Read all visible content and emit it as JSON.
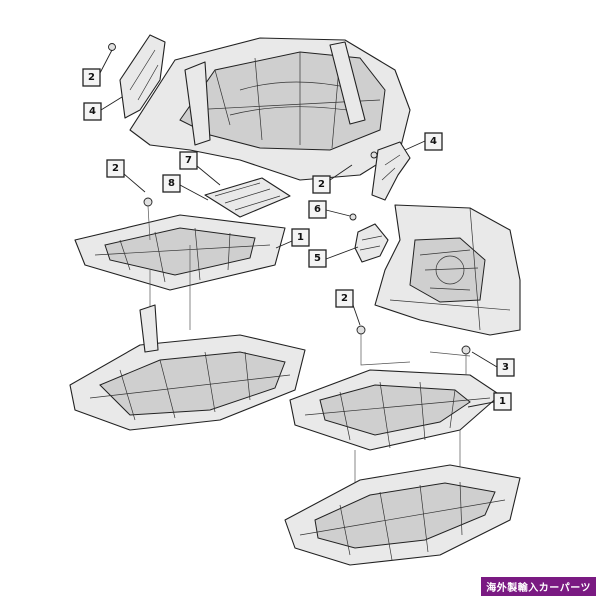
{
  "diagram": {
    "callouts": [
      {
        "id": "c-top-2",
        "label": "2"
      },
      {
        "id": "c-top-4",
        "label": "4"
      },
      {
        "id": "c-right-4",
        "label": "4"
      },
      {
        "id": "c-right-2",
        "label": "2"
      },
      {
        "id": "c-7",
        "label": "7"
      },
      {
        "id": "c-8",
        "label": "8"
      },
      {
        "id": "c-left-2",
        "label": "2"
      },
      {
        "id": "c-1-upper",
        "label": "1"
      },
      {
        "id": "c-6",
        "label": "6"
      },
      {
        "id": "c-5",
        "label": "5"
      },
      {
        "id": "c-mid-2",
        "label": "2"
      },
      {
        "id": "c-3",
        "label": "3"
      },
      {
        "id": "c-1-lower",
        "label": "1"
      }
    ]
  },
  "watermark": {
    "text": "海外製輸入カーパーツ",
    "color": "#7a1a82"
  }
}
